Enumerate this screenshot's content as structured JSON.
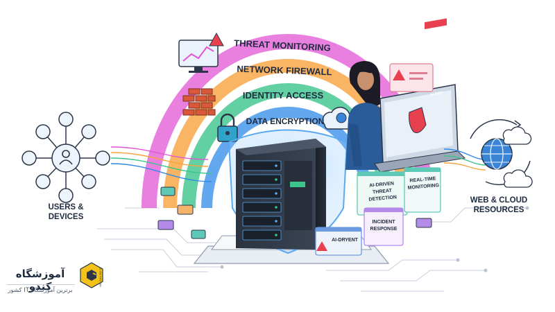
{
  "layers": [
    {
      "label": "THREAT MONITORING",
      "color": "#e255d4"
    },
    {
      "label": "NETWORK FIREWALL",
      "color": "#f7a33c"
    },
    {
      "label": "IDENTITY ACCESS",
      "color": "#3cc48c"
    },
    {
      "label": "DATA ENCRYPTION",
      "color": "#2f8ae8"
    }
  ],
  "left_node": {
    "label_line1": "USERS &",
    "label_line2": "DEVICES"
  },
  "right_node": {
    "label_line1": "WEB & CLOUD",
    "label_line2": "RESOURCES"
  },
  "cards": {
    "ai_driven_threat_detection": {
      "line1": "AI-DRIVEN",
      "line2": "THREAT DETECTION"
    },
    "real_time_monitoring": {
      "line1": "REAL-TIME",
      "line2": "MONITORING"
    },
    "incident_response": {
      "line1": "INCIDENT",
      "line2": "RESPONSE"
    },
    "ai_dryent": {
      "line1": "AI-DRYENT"
    }
  },
  "laptop": {
    "alert": "ALERT"
  },
  "brand": {
    "name": "آموزشگاه کندو",
    "tagline": "برترین آموزشگاه IT کشور",
    "logo_text": "WE CAN DO IT",
    "logo_color": "#f2c21a"
  }
}
